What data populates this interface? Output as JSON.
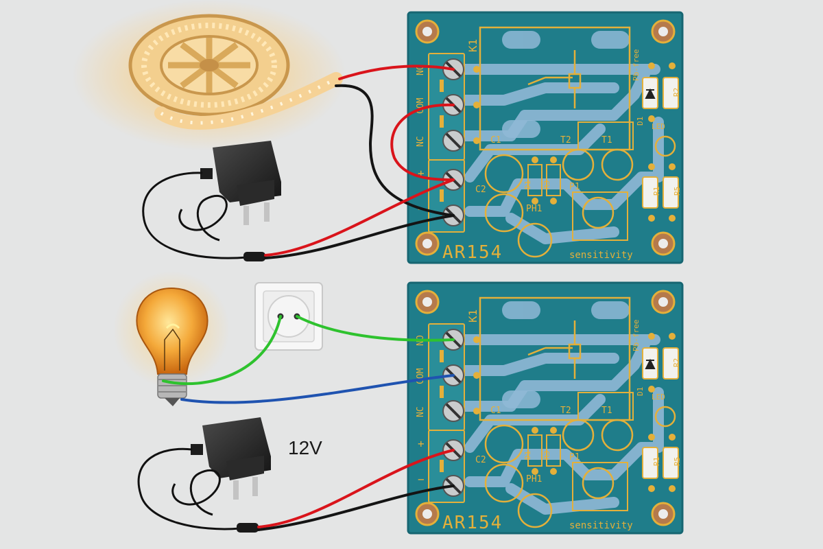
{
  "colors": {
    "background": "#e4e5e5",
    "pcb_board": "#1f7d8a",
    "pcb_trace": "#8fb8d6",
    "pcb_silk": "#e4b03a",
    "pad_copper": "#b57a4c",
    "wire_red": "#d9141b",
    "wire_black": "#141414",
    "wire_green": "#2ec22e",
    "wire_blue": "#1f53b0",
    "led_glow": "#f7d08a"
  },
  "icons": [
    "led-strip-icon",
    "power-adapter-icon",
    "light-bulb-icon",
    "wall-socket-icon",
    "relay-icon",
    "diode-icon",
    "photoresistor-icon",
    "trimmer-potentiometer-icon"
  ],
  "boards": [
    {
      "board_name": "AR154",
      "relay_label": "K1",
      "terminal_labels": [
        "NO",
        "COM",
        "NC"
      ],
      "power_labels": [
        "+",
        "−"
      ],
      "component_labels": [
        "C1",
        "C2",
        "D1",
        "R3",
        "T2",
        "T1",
        "D1",
        "LED",
        "R2",
        "P1",
        "R1",
        "R5",
        "PH1"
      ],
      "pb_free": "Pb-free",
      "sensitivity": "sensitivity"
    },
    {
      "board_name": "AR154",
      "relay_label": "K1",
      "terminal_labels": [
        "NO",
        "COM",
        "NC"
      ],
      "power_labels": [
        "+",
        "−"
      ],
      "component_labels": [
        "C1",
        "C2",
        "D1",
        "R3",
        "T2",
        "T1",
        "D1",
        "LED",
        "R2",
        "P1",
        "R1",
        "R5",
        "PH1"
      ],
      "pb_free": "Pb-free",
      "sensitivity": "sensitivity"
    }
  ],
  "adapter_voltage_label": "12V"
}
